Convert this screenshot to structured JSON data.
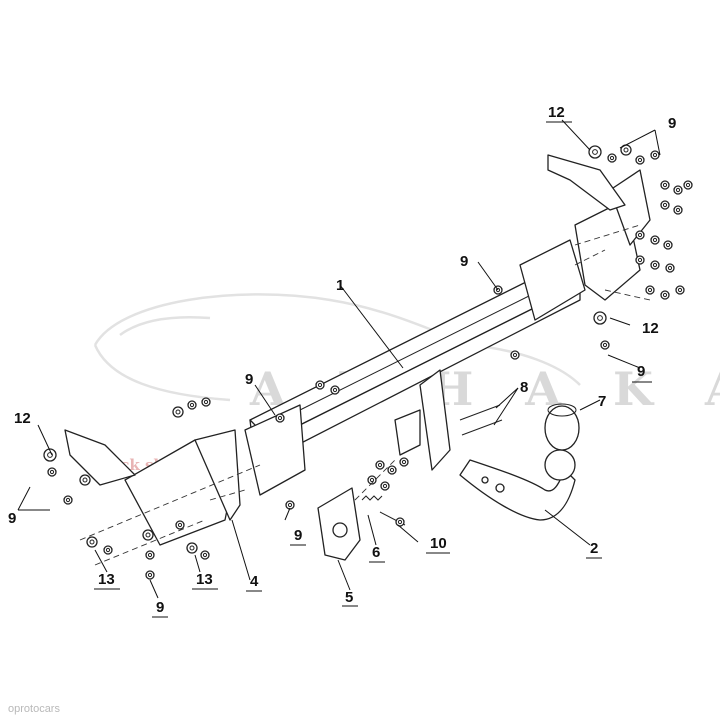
{
  "diagram": {
    "callouts": [
      {
        "id": "c12a",
        "label": "12"
      },
      {
        "id": "c9a",
        "label": "9"
      },
      {
        "id": "c9b",
        "label": "9"
      },
      {
        "id": "c1",
        "label": "1"
      },
      {
        "id": "c12b",
        "label": "12"
      },
      {
        "id": "c9c",
        "label": "9"
      },
      {
        "id": "c9d",
        "label": "9"
      },
      {
        "id": "c8",
        "label": "8"
      },
      {
        "id": "c7",
        "label": "7"
      },
      {
        "id": "c12c",
        "label": "12"
      },
      {
        "id": "c9e",
        "label": "9"
      },
      {
        "id": "c9f",
        "label": "9"
      },
      {
        "id": "c10",
        "label": "10"
      },
      {
        "id": "c6",
        "label": "6"
      },
      {
        "id": "c2",
        "label": "2"
      },
      {
        "id": "c13a",
        "label": "13"
      },
      {
        "id": "c13b",
        "label": "13"
      },
      {
        "id": "c4",
        "label": "4"
      },
      {
        "id": "c9g",
        "label": "9"
      },
      {
        "id": "c5",
        "label": "5"
      }
    ]
  },
  "watermark": {
    "brand": "A U H A K A",
    "sub": "back shell travel"
  },
  "footer": {
    "source": "oprotocars"
  },
  "colors": {
    "line": "#222222",
    "watermark_gray": "#d9d9d9",
    "watermark_red": "#e8b4b4"
  }
}
